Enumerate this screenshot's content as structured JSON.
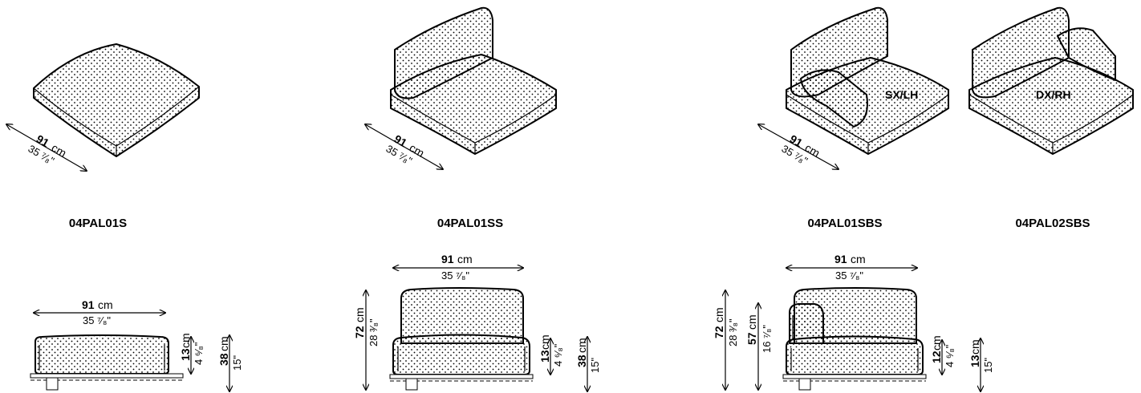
{
  "products": [
    {
      "code": "04PAL01S"
    },
    {
      "code": "04PAL01SS"
    },
    {
      "code": "04PAL01SBS",
      "tag": "SX/LH"
    },
    {
      "code": "04PAL02SBS",
      "tag": "DX/RH"
    }
  ],
  "dims": {
    "width_val": "91",
    "unit_cm": "cm",
    "width_in": "35 ⁷⁄₈\"",
    "h13_val": "13",
    "h13_in": "4 ⁶⁄₈\"",
    "h38_val": "38",
    "h38_in": "15\"",
    "h72_val": "72",
    "h72_in": "28 ³⁄₈\"",
    "h57_val": "57",
    "h57_in": "16 ⁷⁄₈\"",
    "h12_val": "12",
    "h12_in": "4 ⁶⁄₈\"",
    "h13b_val": "13",
    "h13b_in": "15\""
  }
}
